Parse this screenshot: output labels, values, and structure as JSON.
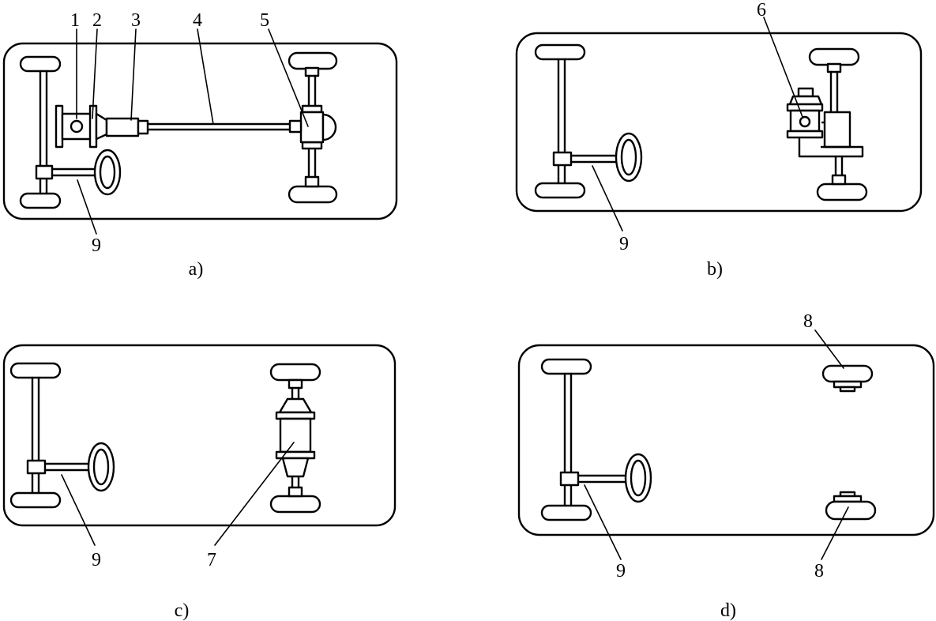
{
  "panels": [
    {
      "caption": "a)",
      "labels": {
        "l1": "1",
        "l2": "2",
        "l3": "3",
        "l4": "4",
        "l5": "5",
        "l9": "9"
      }
    },
    {
      "caption": "b)",
      "labels": {
        "l6": "6",
        "l9": "9"
      }
    },
    {
      "caption": "c)",
      "labels": {
        "l9": "9",
        "l7": "7"
      }
    },
    {
      "caption": "d)",
      "labels": {
        "l8a": "8",
        "l9": "9",
        "l8b": "8"
      }
    }
  ]
}
